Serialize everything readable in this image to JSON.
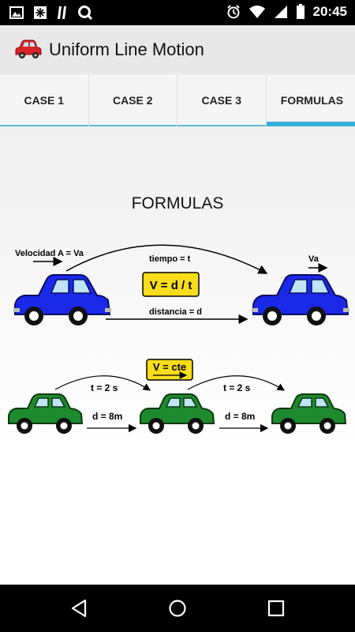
{
  "status_bar": {
    "time": "20:45",
    "icons": [
      "image-icon",
      "settings-icon",
      "app-icon",
      "search-icon",
      "alarm-icon",
      "wifi-icon",
      "signal-icon",
      "battery-icon"
    ]
  },
  "app_bar": {
    "title": "Uniform Line Motion",
    "icon": "car-icon"
  },
  "tabs": [
    {
      "label": "CASE 1",
      "active": false
    },
    {
      "label": "CASE 2",
      "active": false
    },
    {
      "label": "CASE 3",
      "active": false
    },
    {
      "label": "FORMULAS",
      "active": true
    }
  ],
  "content": {
    "heading": "FORMULAS",
    "diagram_1": {
      "velocity_a": "Velocidad A = Va",
      "tiempo": "tiempo = t",
      "formula": "V = d / t",
      "distancia": "distancia = d",
      "va": "Va"
    },
    "diagram_2": {
      "v_cte": "V = cte",
      "t1": "t = 2 s",
      "t2": "t = 2 s",
      "d1": "d = 8m",
      "d2": "d = 8m"
    }
  },
  "colors": {
    "blue_car": "#1a28e8",
    "green_car": "#1e8a2e",
    "formula_box": "#f7dd1c",
    "tab_indicator": "#36b0d8",
    "app_bar": "#e8e8e8"
  },
  "nav_bar": {
    "buttons": [
      "back-icon",
      "home-icon",
      "recents-icon"
    ]
  }
}
